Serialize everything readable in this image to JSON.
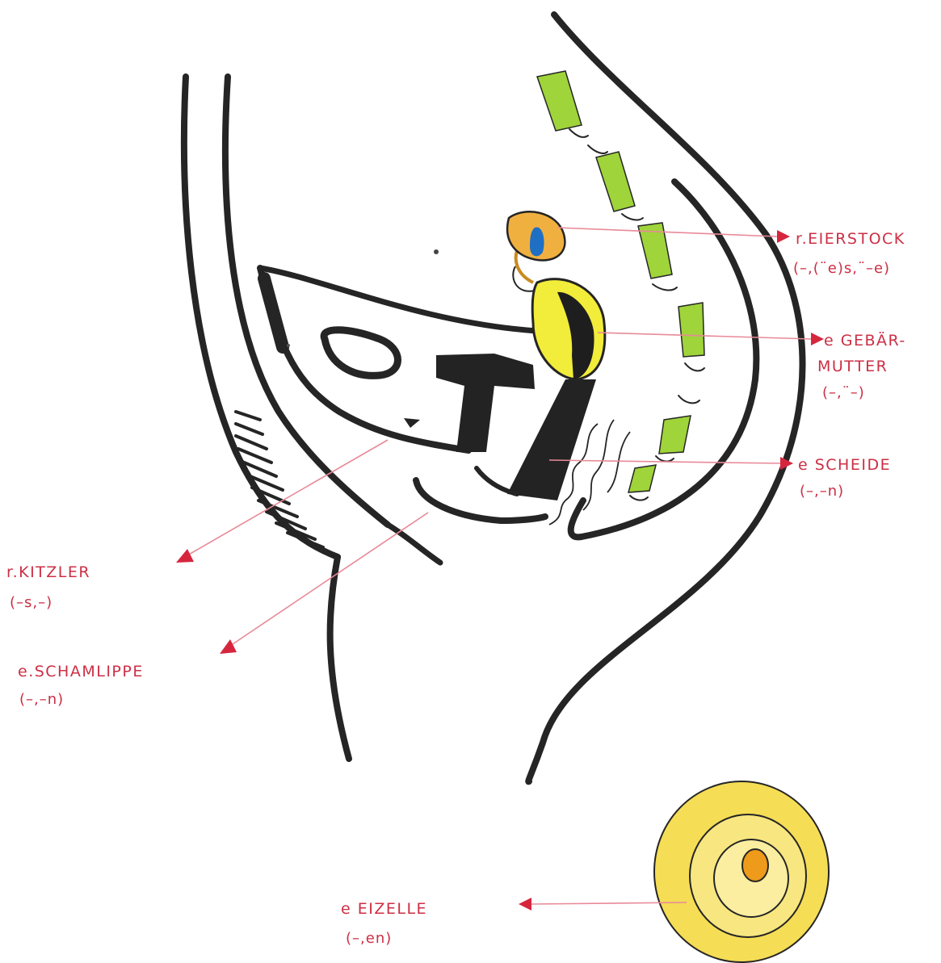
{
  "labels": {
    "ovary": {
      "line1": "r.EIERSTOCK",
      "line2": "(–,(¨e)s,¨–e)"
    },
    "uterus": {
      "line1": "e GEBÄR-",
      "line2": "MUTTER",
      "line3": "(–,¨–)"
    },
    "vagina": {
      "line1": "e SCHEIDE",
      "line2": "(–,–n)"
    },
    "clitoris": {
      "line1": "r.KITZLER",
      "line2": "(–s,–)"
    },
    "labia": {
      "line1": "e.SCHAMLIPPE",
      "line2": "(–,–n)"
    },
    "egg": {
      "line1": "e EIZELLE",
      "line2": "(–,en)"
    }
  },
  "colors": {
    "ink": "#252525",
    "label": "#cc2f45",
    "arrow_line": "#e88a98",
    "spine": "#9fd43a",
    "uterus": "#f2ec3a",
    "ovary": "#f0b040",
    "ovary_follicle": "#1f6fc4",
    "egg_outer": "#f5dd55",
    "egg_nucleus": "#ee9a1a"
  }
}
